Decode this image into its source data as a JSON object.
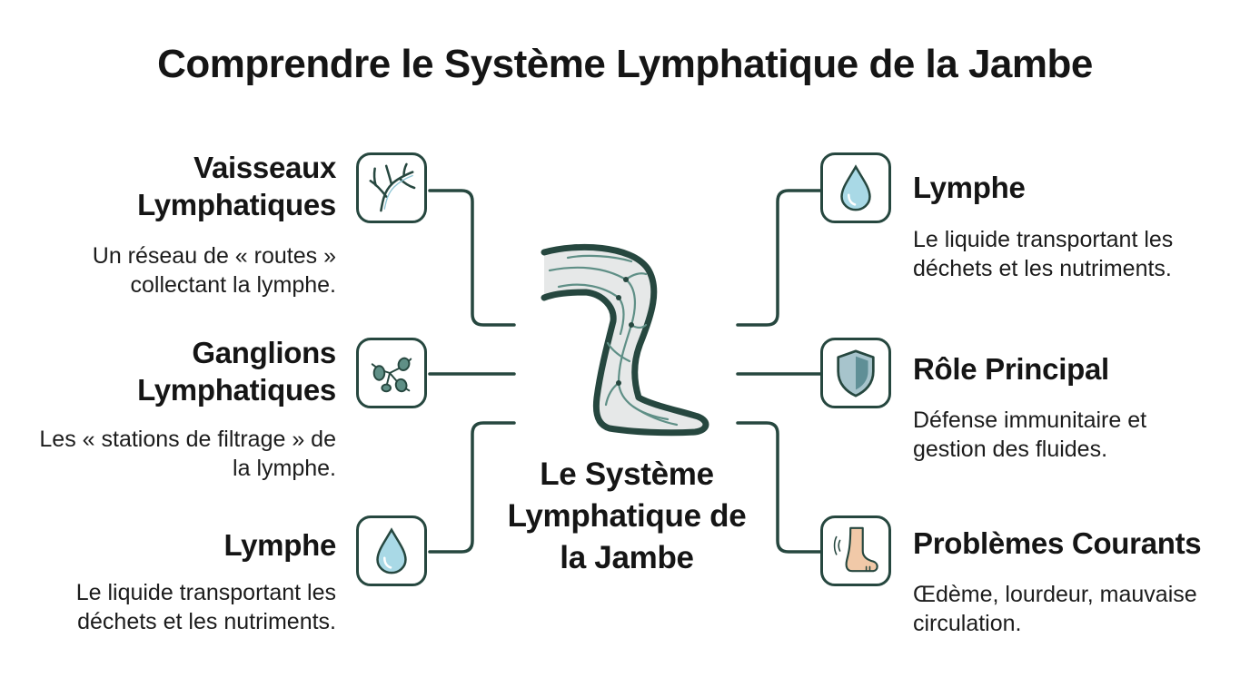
{
  "title": "Comprendre le Système Lymphatique de la Jambe",
  "center": {
    "label": "Le Système Lymphatique de la Jambe"
  },
  "left": [
    {
      "heading": "Vaisseaux Lymphatiques",
      "description": "Un réseau de « routes » collectant la lymphe.",
      "icon": "vessels-icon"
    },
    {
      "heading": "Ganglions Lymphatiques",
      "description": "Les « stations de filtrage » de la lymphe.",
      "icon": "lymph-nodes-icon"
    },
    {
      "heading": "Lymphe",
      "description": "Le liquide transportant les déchets et les nutriments.",
      "icon": "droplet-icon"
    }
  ],
  "right": [
    {
      "heading": "Lymphe",
      "description": "Le liquide transportant les déchets et les nutriments.",
      "icon": "droplet-icon"
    },
    {
      "heading": "Rôle Principal",
      "description": "Défense immunitaire et gestion des fluides.",
      "icon": "shield-icon"
    },
    {
      "heading": "Problèmes Courants",
      "description": "Œdème, lourdeur, mauvaise circulation.",
      "icon": "swollen-foot-icon"
    }
  ],
  "colors": {
    "outline": "#26473f",
    "accent": "#a9d9e6",
    "vessel": "#5f8f86",
    "skin": "#f1c9a8"
  }
}
